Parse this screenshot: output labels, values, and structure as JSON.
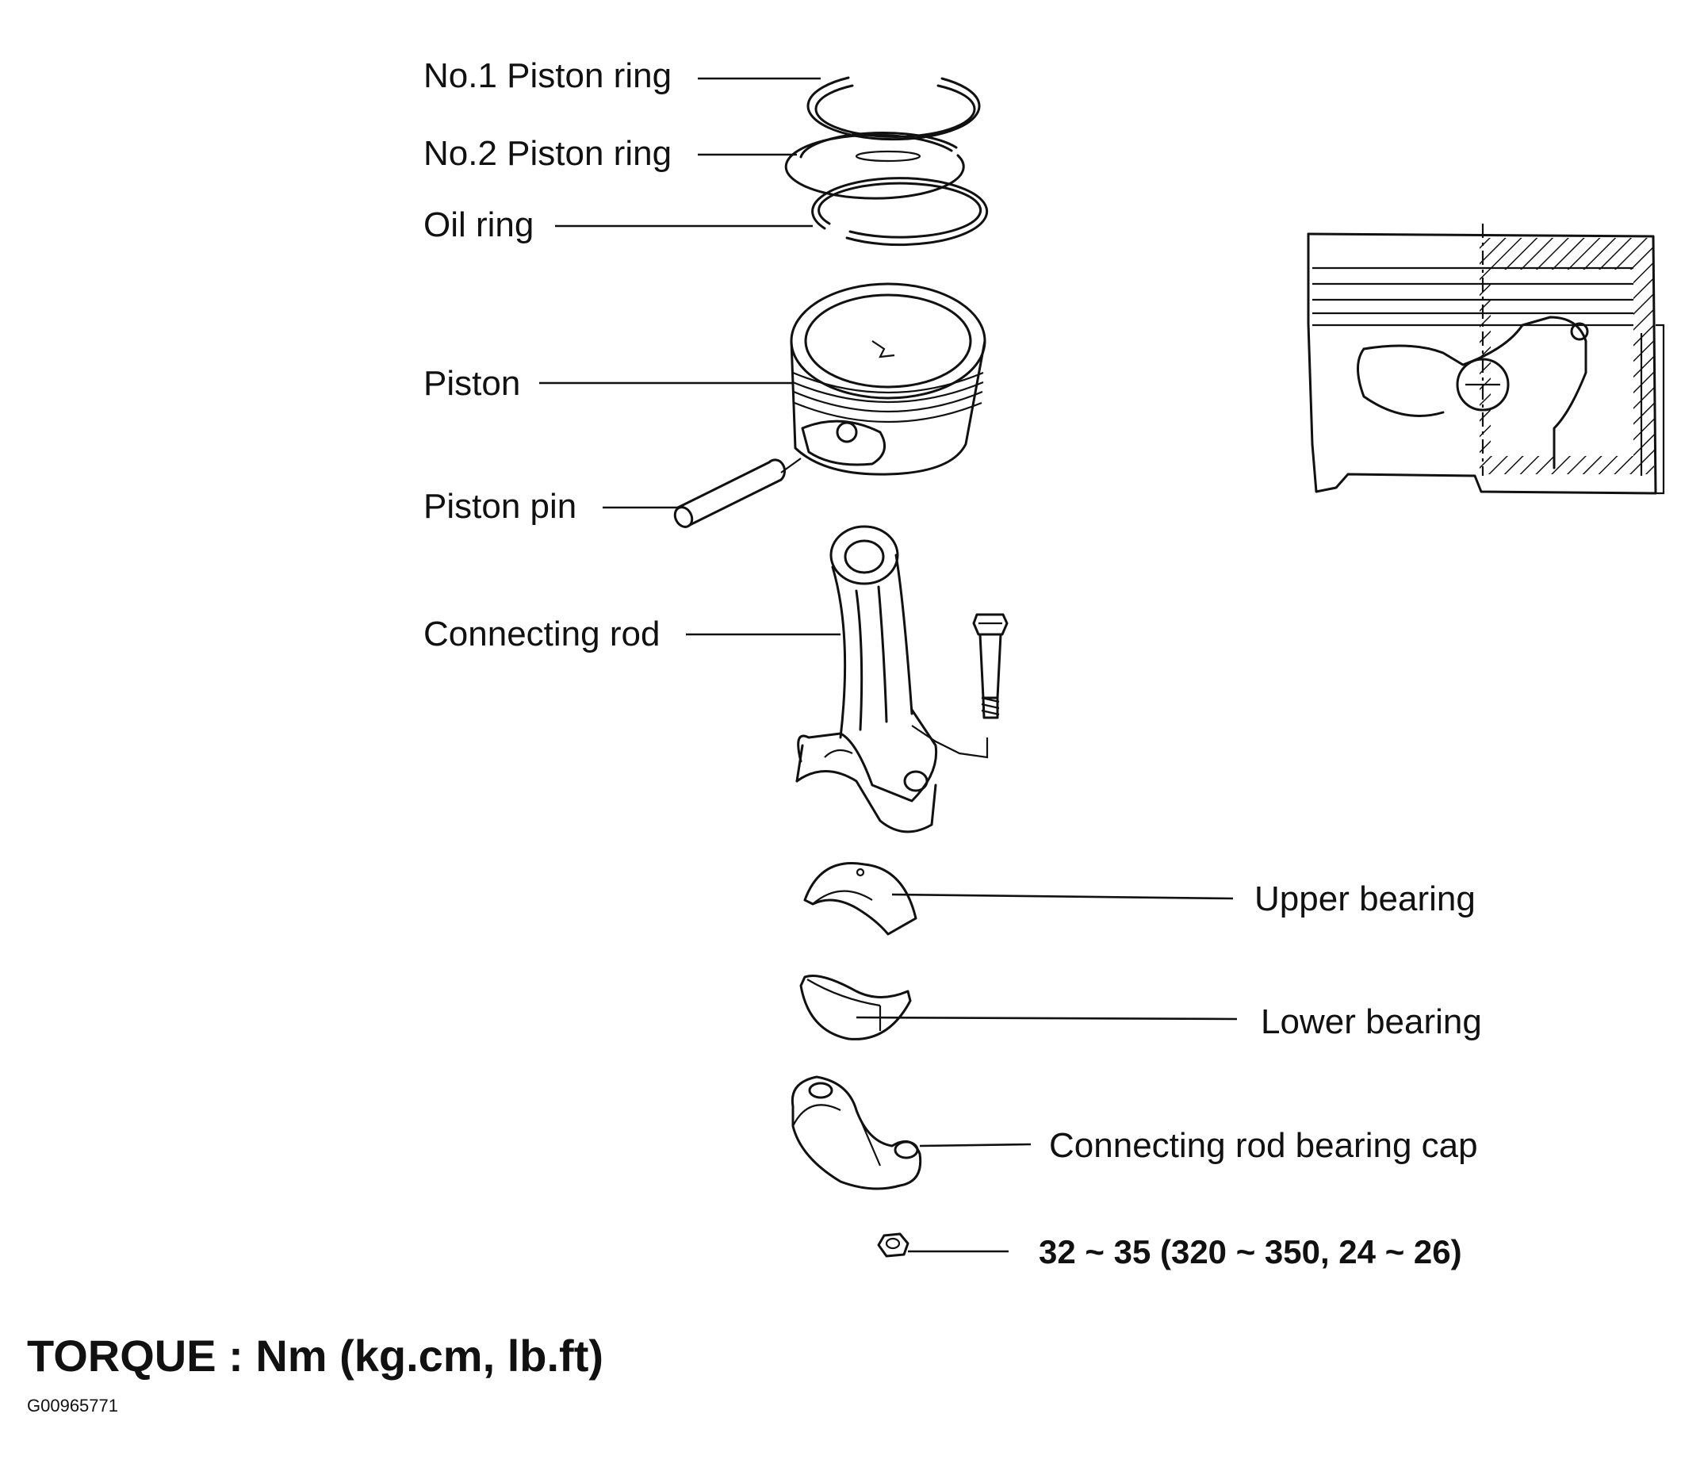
{
  "figure": {
    "labels": {
      "no1_ring": "No.1 Piston ring",
      "no2_ring": "No.2 Piston ring",
      "oil_ring": "Oil ring",
      "piston": "Piston",
      "piston_pin": "Piston pin",
      "connecting_rod": "Connecting rod",
      "upper_bearing": "Upper bearing",
      "lower_bearing": "Lower bearing",
      "bearing_cap": "Connecting rod bearing cap"
    },
    "torque_value": "32 ~ 35 (320 ~ 350, 24 ~ 26)",
    "torque_title": "TORQUE : Nm (kg.cm, lb.ft)",
    "figure_id": "G00965771"
  }
}
